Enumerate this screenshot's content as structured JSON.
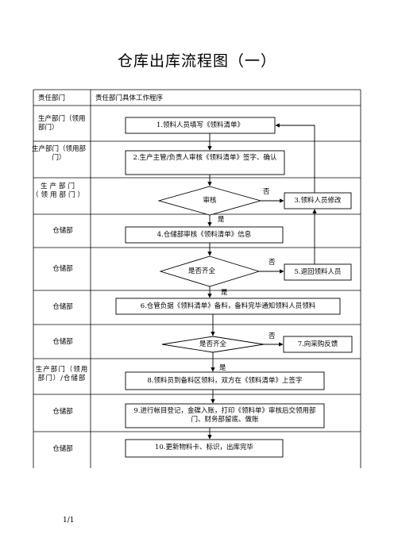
{
  "title": "仓库出库流程图（一）",
  "headers": {
    "department": "责任部门",
    "procedure": "责任部门具体工作程序"
  },
  "departments": [
    "生产部门（领用部门）",
    "生产部门（领用部门）",
    "生产部门（领用部门）",
    "仓储部",
    "仓储部",
    "仓储部",
    "仓储部",
    "生产部门（领用部门）/仓储部",
    "仓储部",
    "仓储部"
  ],
  "nodes": {
    "n1": "1.领料人员填写《领料清单》",
    "n2": "2.生产主管/负责人审核《领料清单》签字、确认",
    "d1": "审核",
    "n3": "3.领料人员修改",
    "n4": "4.仓储部审核《领料清单》信息",
    "d2": "是否齐全",
    "n5": "5.退回领料人员",
    "n6": "6.仓管负据《领料清单》备料，备料完毕通知领料人员领料",
    "d3": "是否齐全",
    "n7": "7.向采购反馈",
    "n8": "8.领料员到备料区领料，双方在《领料清单》上签字",
    "n9": "9.进行帐目登记，金碟入账，打印《领料单》审核后交领用部门、财务部留底、做账",
    "n10": "10.更新物料卡、标识，出库完毕"
  },
  "edge_labels": {
    "yes1": "是",
    "no1": "否",
    "yes2": "是",
    "no2": "否",
    "yes3": "是",
    "no3": "否"
  },
  "footer": "1/1"
}
